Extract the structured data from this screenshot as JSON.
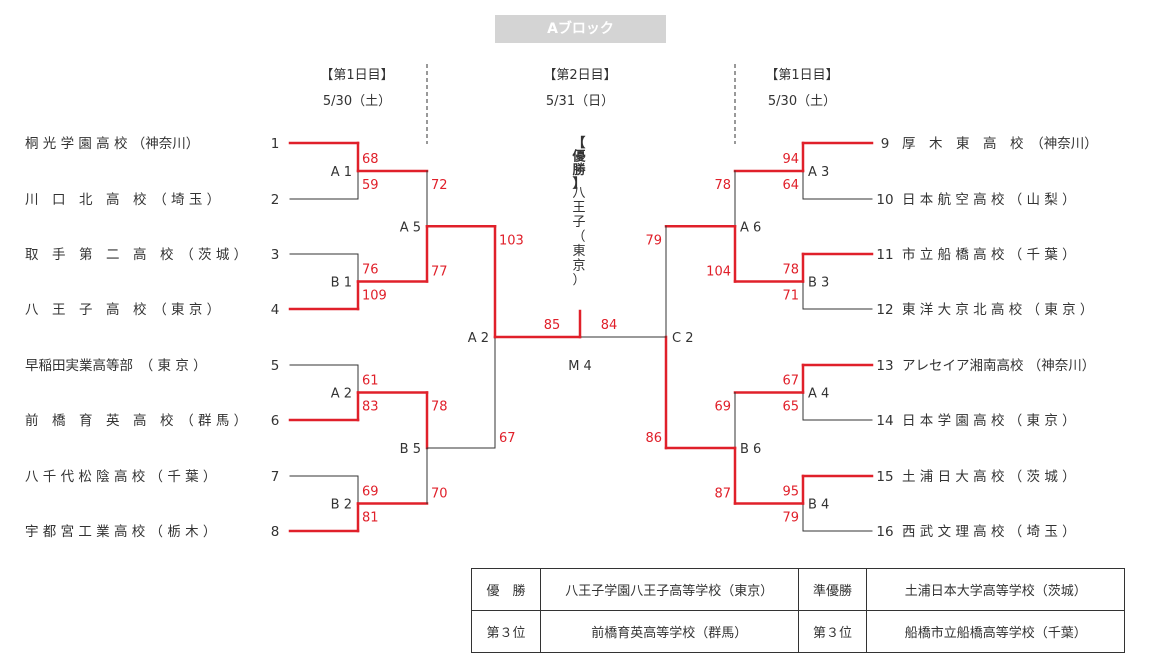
{
  "header": {
    "title": "Aブロック"
  },
  "days": {
    "left": {
      "label": "【第1日目】",
      "date": "5/30（土）"
    },
    "center": {
      "label": "【第2日目】",
      "date": "5/31（日）"
    },
    "right": {
      "label": "【第1日目】",
      "date": "5/30（土）"
    }
  },
  "colors": {
    "win": "#e0202a",
    "line": "#333333",
    "score": "#e0202a",
    "text": "#333333"
  },
  "teams_left": [
    {
      "name": "桐 光 学 園 高 校 （神奈川）",
      "seed": "1"
    },
    {
      "name": "川　口　北　高　校　（ 埼 玉 ）",
      "seed": "2"
    },
    {
      "name": "取　手　第　二　高　校　（ 茨 城 ）",
      "seed": "3"
    },
    {
      "name": "八　王　子　高　校　（ 東 京 ）",
      "seed": "4"
    },
    {
      "name": "早稲田実業高等部　（ 東 京 ）",
      "seed": "5"
    },
    {
      "name": "前　橋　育　英　高　校　（ 群 馬 ）",
      "seed": "6"
    },
    {
      "name": "八 千 代 松 陰 高 校 （ 千 葉 ）",
      "seed": "7"
    },
    {
      "name": "宇 都 宮 工 業 高 校 （ 栃 木 ）",
      "seed": "8"
    }
  ],
  "teams_right": [
    {
      "seed": "9",
      "name": "厚　木　東　高　校　（神奈川）"
    },
    {
      "seed": "10",
      "name": "日 本 航 空 高 校 （ 山 梨 ）"
    },
    {
      "seed": "11",
      "name": "市 立 船 橋 高 校 （ 千 葉 ）"
    },
    {
      "seed": "12",
      "name": "東 洋 大 京 北 高 校 （ 東 京 ）"
    },
    {
      "seed": "13",
      "name": "アレセイア湘南高校 （神奈川）"
    },
    {
      "seed": "14",
      "name": "日 本 学 園 高 校 （ 東 京 ）"
    },
    {
      "seed": "15",
      "name": "土 浦 日 大 高 校 （ 茨 城 ）"
    },
    {
      "seed": "16",
      "name": "西 武 文 理 高 校 （ 埼 玉 ）"
    }
  ],
  "match_labels": {
    "A1": "A 1",
    "B1": "B 1",
    "A2L": "A 2",
    "B2": "B 2",
    "A5": "A 5",
    "B5": "B 5",
    "A2": "A 2",
    "A3": "A 3",
    "B3": "B 3",
    "A4": "A 4",
    "B4": "B 4",
    "A6": "A 6",
    "B6": "B 6",
    "C2": "C 2",
    "M4": "M 4"
  },
  "scores": {
    "r1_1": "68",
    "r1_2": "59",
    "r1_3": "76",
    "r1_4": "109",
    "r1_5": "61",
    "r1_6": "83",
    "r1_7": "69",
    "r1_8": "81",
    "r2_a1": "72",
    "r2_b1": "77",
    "r2_a2": "78",
    "r2_b2": "70",
    "r3_a5": "103",
    "r3_b5": "67",
    "r1_9": "94",
    "r1_10": "64",
    "r1_11": "78",
    "r1_12": "71",
    "r1_13": "67",
    "r1_14": "65",
    "r1_15": "95",
    "r1_16": "79",
    "r2_a3": "78",
    "r2_b3": "104",
    "r2_a4": "69",
    "r2_b4": "87",
    "r3_a6": "79",
    "r3_b6": "86",
    "final_left": "85",
    "final_right": "84"
  },
  "champion": {
    "label": "【優勝】",
    "name": "八王子（東京）"
  },
  "results": [
    {
      "label": "優　勝",
      "school": "八王子学園八王子高等学校（東京）",
      "label2": "準優勝",
      "school2": "土浦日本大学高等学校（茨城）"
    },
    {
      "label": "第３位",
      "school": "前橋育英高等学校（群馬）",
      "label2": "第３位",
      "school2": "船橋市立船橋高等学校（千葉）"
    }
  ]
}
